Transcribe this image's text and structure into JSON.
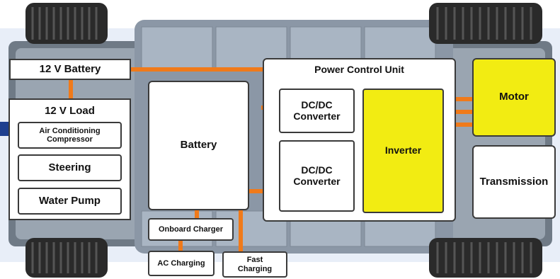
{
  "colors": {
    "connector": "#f07a1a",
    "highlight": "#f2ec12",
    "chassis": "#6f7a86",
    "battery_pack": "#8b97a6",
    "tire": "#2a2a2a"
  },
  "components": {
    "battery_12v": "12 V Battery",
    "load_12v": "12 V Load",
    "air_conditioning": "Air Conditioning Compressor",
    "steering": "Steering",
    "water_pump": "Water Pump",
    "battery": "Battery",
    "onboard_charger": "Onboard Charger",
    "ac_charging": "AC Charging",
    "fast_charging": "Fast Charging",
    "power_control_unit": "Power Control Unit",
    "dcdc_converter_top": "DC/DC Converter",
    "dcdc_converter_bottom": "DC/DC Converter",
    "inverter": "Inverter",
    "motor": "Motor",
    "transmission": "Transmission"
  }
}
